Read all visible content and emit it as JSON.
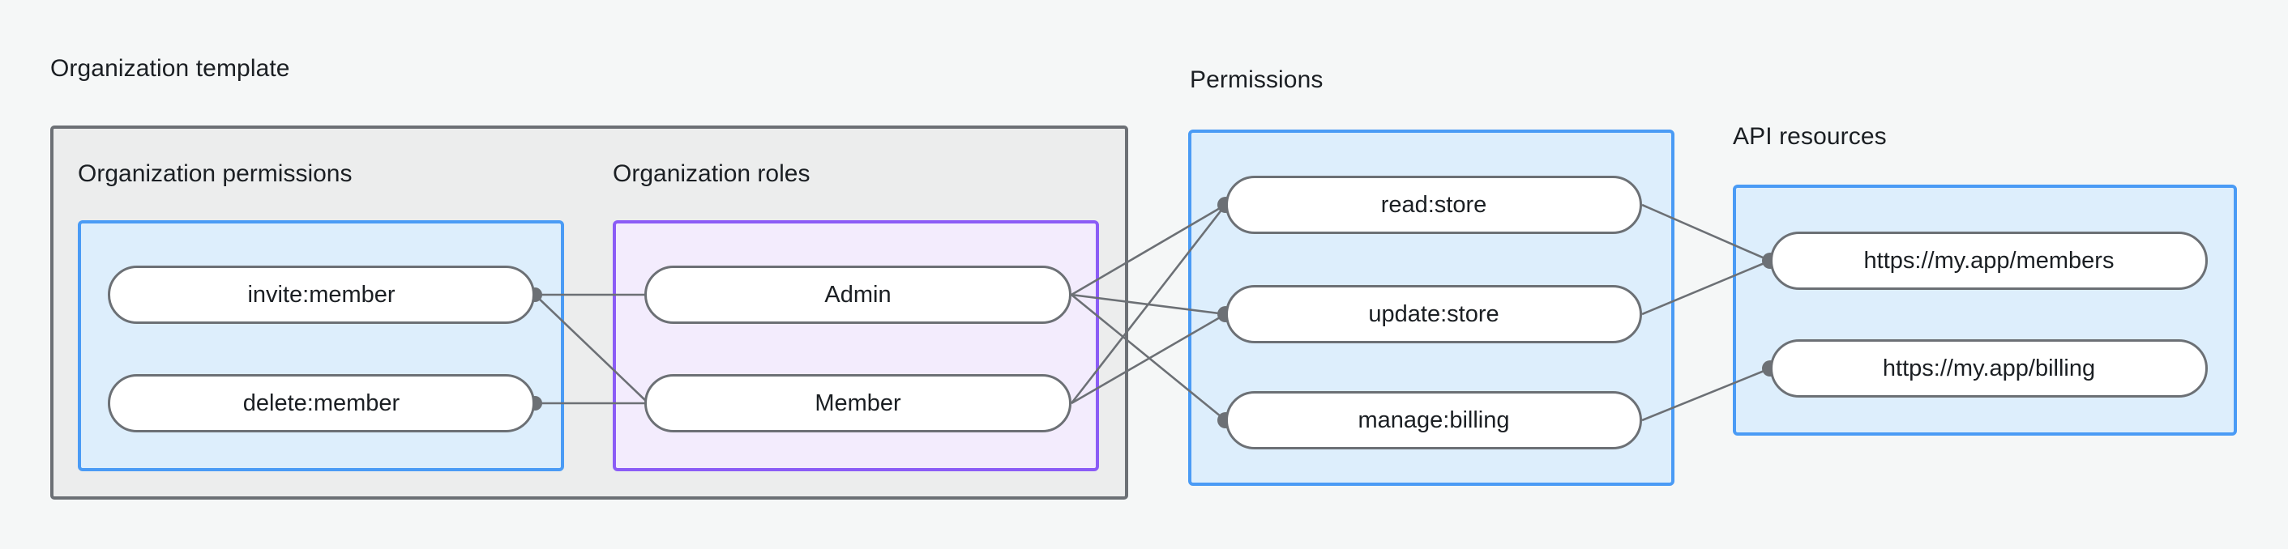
{
  "diagram": {
    "title_groups": [
      {
        "name": "organization-template",
        "label": "Organization template"
      },
      {
        "name": "permissions",
        "label": "Permissions"
      },
      {
        "name": "api-resources",
        "label": "API resources"
      }
    ],
    "subgroups": [
      {
        "name": "organization-permissions",
        "label": "Organization permissions"
      },
      {
        "name": "organization-roles",
        "label": "Organization roles"
      }
    ],
    "organization_permissions": [
      {
        "id": "invite-member",
        "label": "invite:member"
      },
      {
        "id": "delete-member",
        "label": "delete:member"
      }
    ],
    "organization_roles": [
      {
        "id": "admin",
        "label": "Admin"
      },
      {
        "id": "member",
        "label": "Member"
      }
    ],
    "permissions": [
      {
        "id": "read-store",
        "label": "read:store"
      },
      {
        "id": "update-store",
        "label": "update:store"
      },
      {
        "id": "manage-billing",
        "label": "manage:billing"
      }
    ],
    "api_resources": [
      {
        "id": "members-endpoint",
        "label": "https://my.app/members"
      },
      {
        "id": "billing-endpoint",
        "label": "https://my.app/billing"
      }
    ],
    "colors": {
      "page_background": "#f5f7f7",
      "outer_container_fill": "#eceded",
      "outer_container_border": "#6c7075",
      "blue_box_fill": "#ddeefc",
      "blue_box_border": "#4a9bf5",
      "purple_box_fill": "#f3ecfd",
      "purple_box_border": "#8b5cf6",
      "node_fill": "#ffffff",
      "node_border": "#6c7075",
      "edge": "#6c7075",
      "text": "#1b1f23"
    },
    "connections": [
      {
        "from": "invite-member",
        "to": "admin"
      },
      {
        "from": "invite-member",
        "to": "member"
      },
      {
        "from": "delete-member",
        "to": "member"
      },
      {
        "from": "admin",
        "to": "read-store"
      },
      {
        "from": "admin",
        "to": "update-store"
      },
      {
        "from": "admin",
        "to": "manage-billing"
      },
      {
        "from": "member",
        "to": "read-store"
      },
      {
        "from": "member",
        "to": "update-store"
      },
      {
        "from": "read-store",
        "to": "members-endpoint"
      },
      {
        "from": "update-store",
        "to": "members-endpoint"
      },
      {
        "from": "manage-billing",
        "to": "billing-endpoint"
      }
    ]
  }
}
